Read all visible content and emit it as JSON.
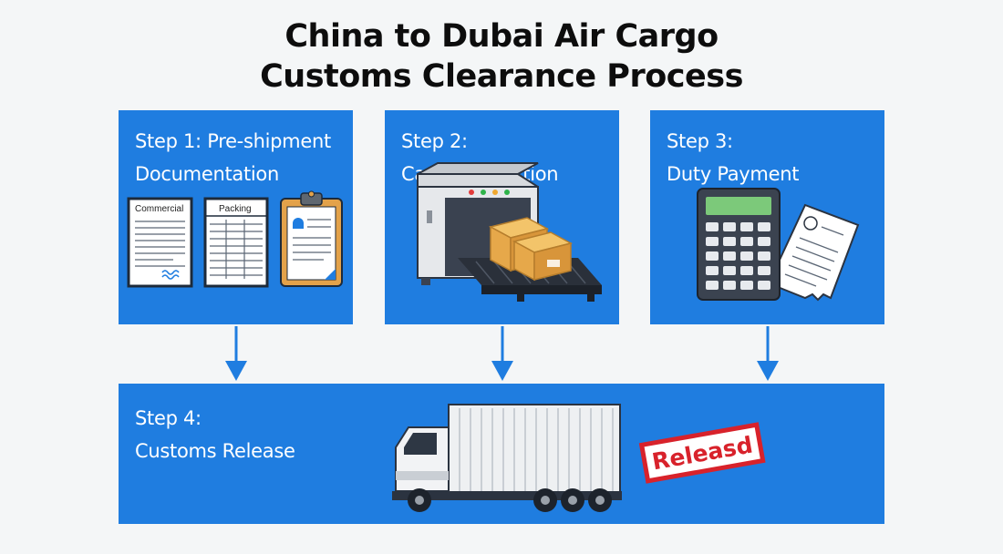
{
  "title": {
    "line1": "China to Dubai Air Cargo",
    "line2": "Customs Clearance Process"
  },
  "steps": [
    {
      "line1": "Step 1: Pre-shipment",
      "line2": "Documentation",
      "doc_labels": [
        "Commercial",
        "Packing"
      ]
    },
    {
      "line1": "Step 2:",
      "line2": "Cargo Inspection"
    },
    {
      "line1": "Step 3:",
      "line2": "Duty Payment"
    },
    {
      "line1": "Step 4:",
      "line2": "Customs Release",
      "stamp": "Releasd"
    }
  ],
  "colors": {
    "step_box": "#1f7de0",
    "arrow": "#1f7de0",
    "stamp": "#d8222b",
    "background": "#f4f6f7"
  }
}
